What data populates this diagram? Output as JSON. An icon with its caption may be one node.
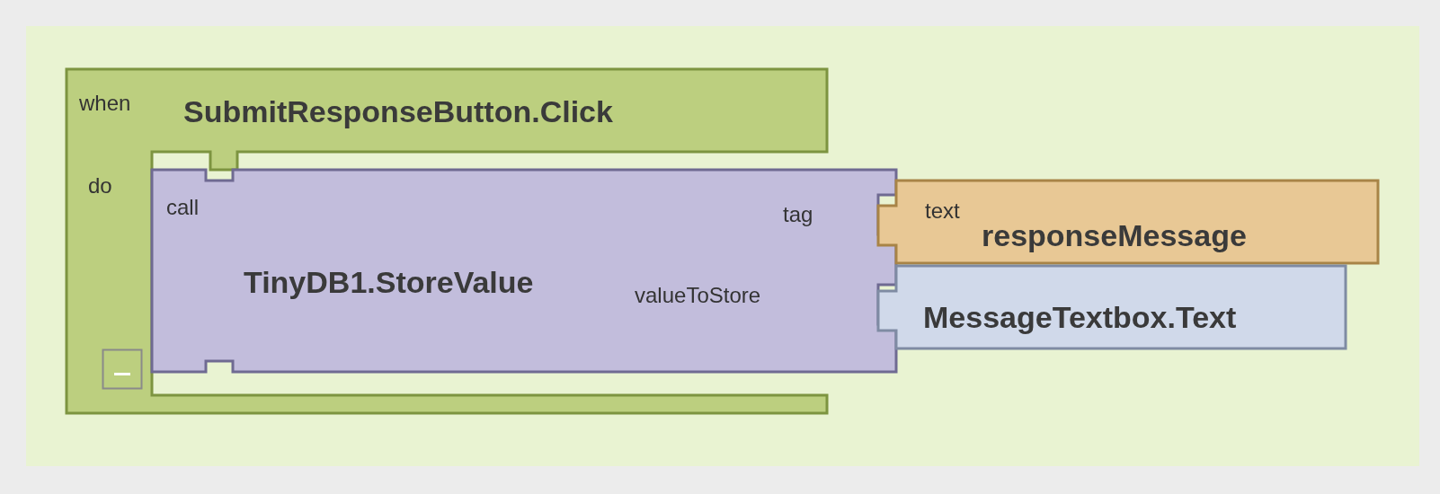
{
  "diagram": {
    "nodes": [
      {
        "text": [
          "when",
          "SubmitResponseButton.Click",
          "do"
        ]
      },
      {
        "text": [
          "call",
          "TinyDB1.StoreValue",
          "tag",
          "valueToStore"
        ]
      },
      {
        "text": [
          "text",
          "responseMessage"
        ]
      },
      {
        "text": [
          "MessageTextbox.Text"
        ]
      }
    ]
  }
}
